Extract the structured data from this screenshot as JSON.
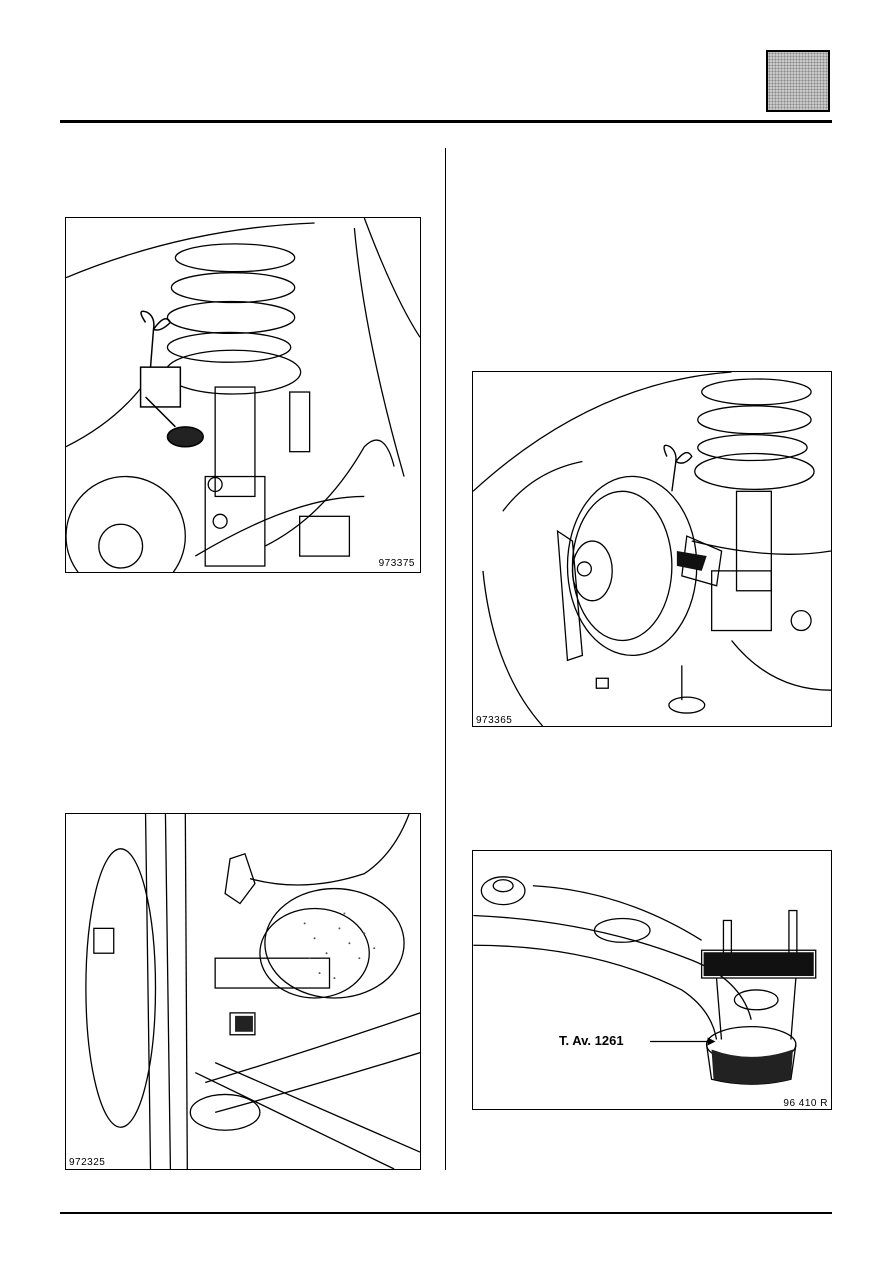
{
  "figures": [
    {
      "id": "fig1",
      "code": "973375"
    },
    {
      "id": "fig2",
      "code": "973365"
    },
    {
      "id": "fig3",
      "code": "972325"
    },
    {
      "id": "fig4",
      "code": "96 410 R",
      "callout": "T. Av. 1261"
    }
  ]
}
